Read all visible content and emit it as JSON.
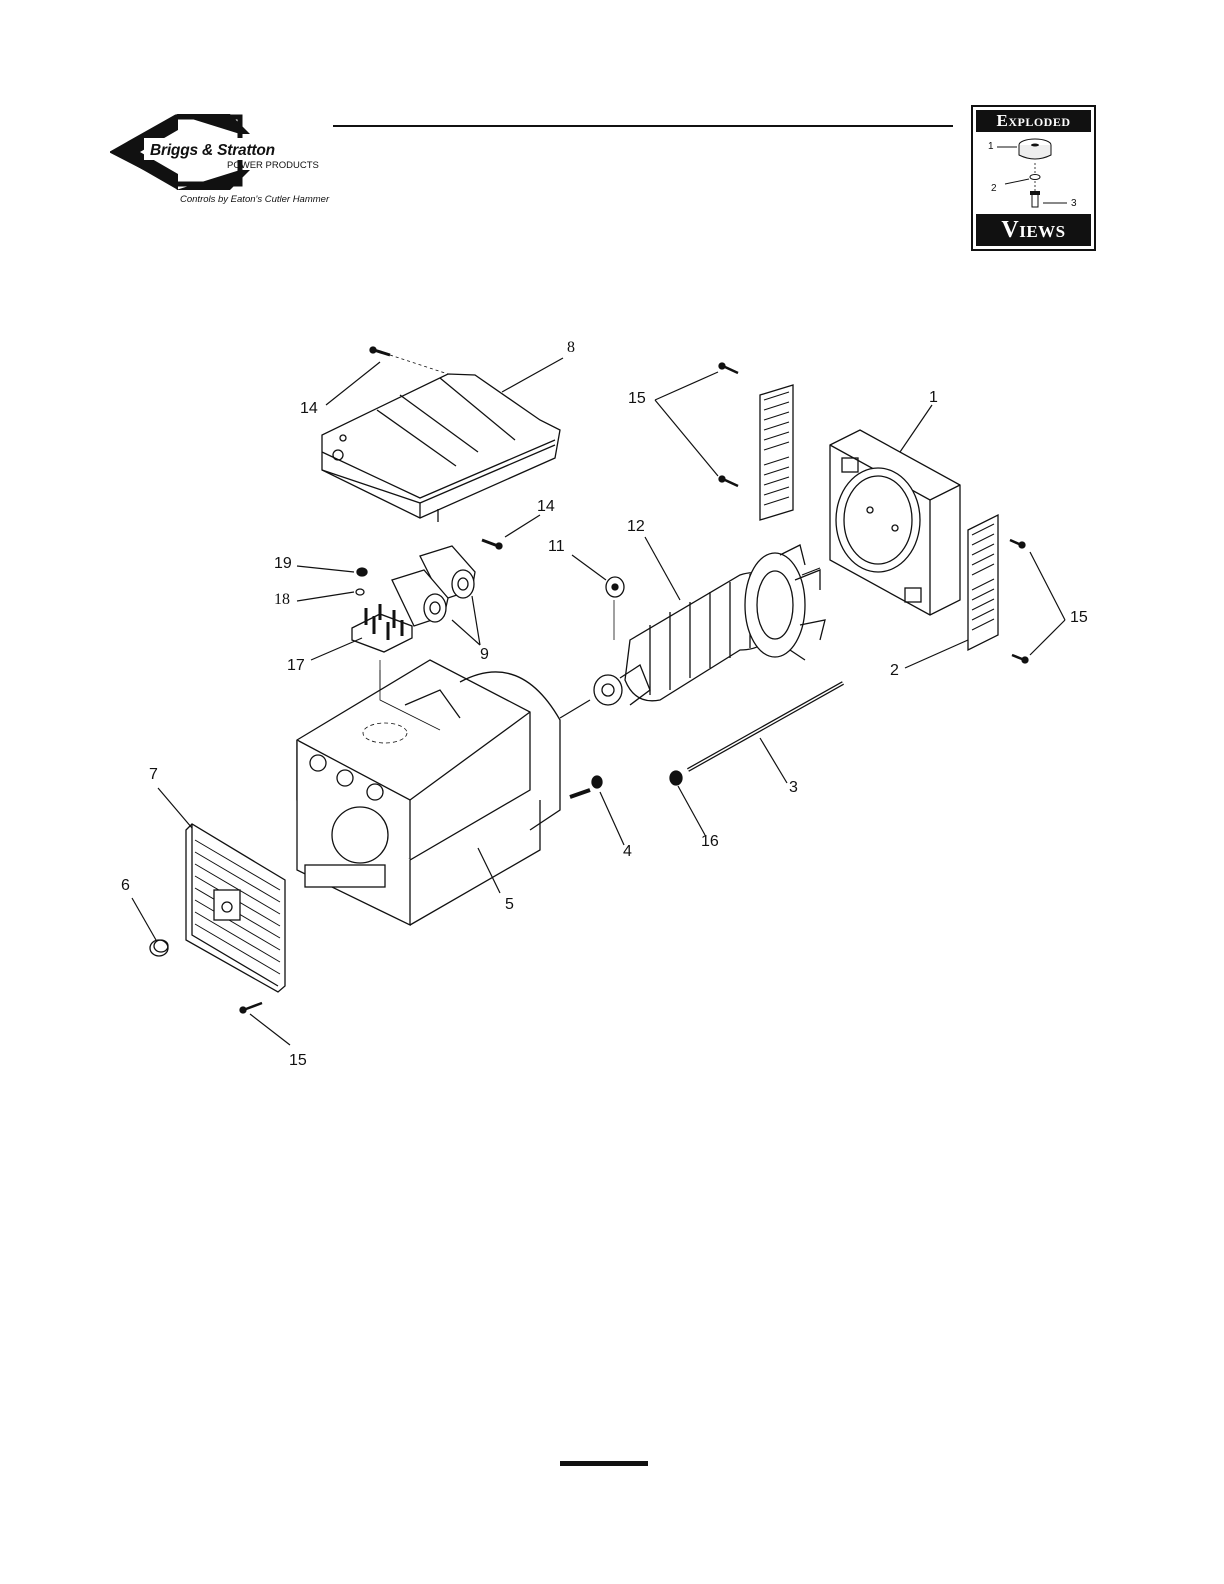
{
  "brand": {
    "name": "Briggs & Stratton",
    "division": "POWER PRODUCTS",
    "tagline": "Controls by Eaton's Cutler Hammer"
  },
  "badge": {
    "top": "Exploded",
    "bottom": "Views",
    "callouts": [
      "1",
      "2",
      "3"
    ]
  },
  "callouts": {
    "c1": "1",
    "c2": "2",
    "c3": "3",
    "c4": "4",
    "c5": "5",
    "c6": "6",
    "c7": "7",
    "c8": "8",
    "c9": "9",
    "c11": "11",
    "c12": "12",
    "c14a": "14",
    "c14b": "14",
    "c15a": "15",
    "c15b": "15",
    "c15c": "15",
    "c16": "16",
    "c17": "17",
    "c18": "18",
    "c19": "19"
  },
  "colors": {
    "ink": "#111111",
    "paper": "#ffffff"
  }
}
